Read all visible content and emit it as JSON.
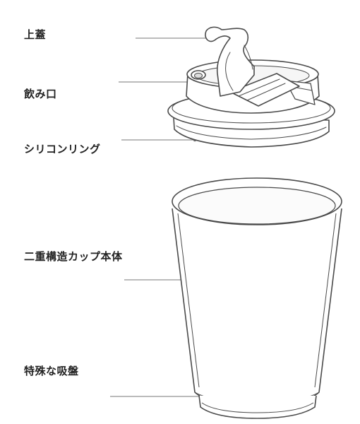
{
  "labels": {
    "top_lid": "上蓋",
    "drinking_spout": "飲み口",
    "silicone_ring": "シリコンリング",
    "double_wall_cup_body": "二重構造カップ本体",
    "special_suction_base": "特殊な吸盤"
  },
  "colors": {
    "line": "#777777",
    "outline": "#4a4a4a",
    "text": "#222222"
  }
}
